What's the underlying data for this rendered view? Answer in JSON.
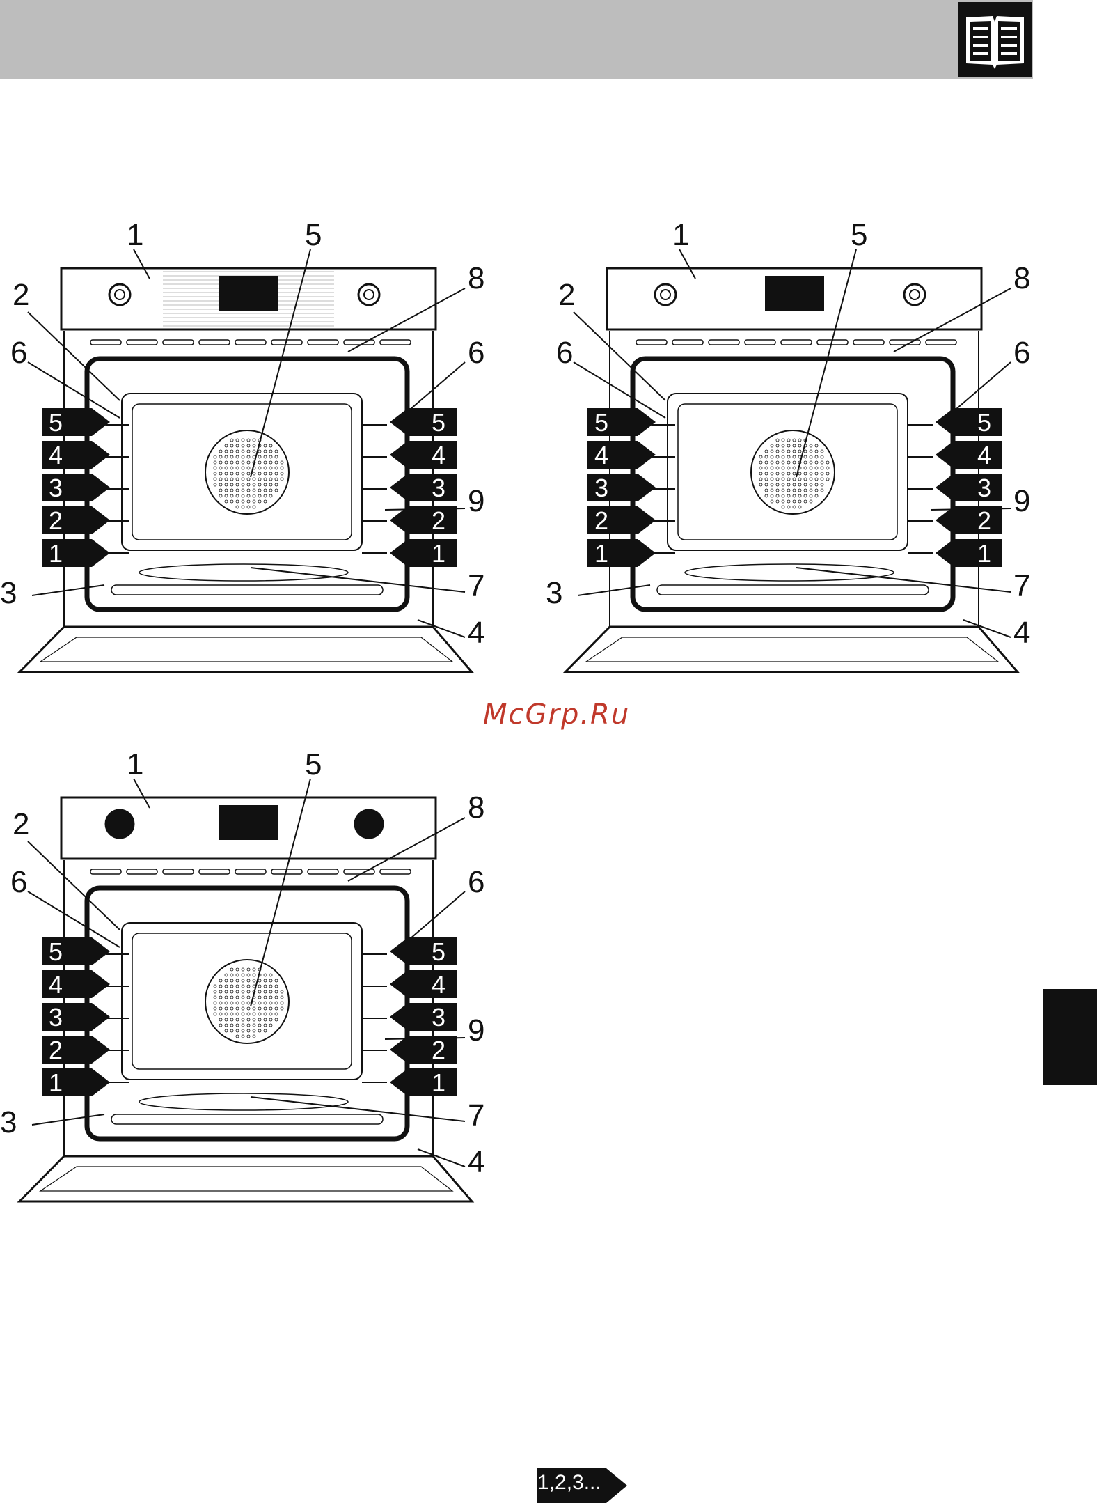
{
  "header": {
    "icon": "book-icon",
    "band_color": "#bdbdbd"
  },
  "diagrams": [
    {
      "id": "oven-a",
      "callouts": [
        "1",
        "2",
        "3",
        "4",
        "5",
        "6",
        "6",
        "7",
        "8",
        "9"
      ],
      "shelf_levels_left": [
        "5",
        "4",
        "3",
        "2",
        "1"
      ],
      "shelf_levels_right": [
        "5",
        "4",
        "3",
        "2",
        "1"
      ]
    },
    {
      "id": "oven-b",
      "callouts": [
        "1",
        "2",
        "3",
        "4",
        "5",
        "6",
        "6",
        "7",
        "8",
        "9"
      ],
      "shelf_levels_left": [
        "5",
        "4",
        "3",
        "2",
        "1"
      ],
      "shelf_levels_right": [
        "5",
        "4",
        "3",
        "2",
        "1"
      ]
    },
    {
      "id": "oven-c",
      "callouts": [
        "1",
        "2",
        "3",
        "4",
        "5",
        "6",
        "6",
        "7",
        "8",
        "9"
      ],
      "shelf_levels_left": [
        "5",
        "4",
        "3",
        "2",
        "1"
      ],
      "shelf_levels_right": [
        "5",
        "4",
        "3",
        "2",
        "1"
      ]
    }
  ],
  "watermark": "McGrp.Ru",
  "footer": {
    "next_label": "1,2,3..."
  },
  "colors": {
    "ink": "#111111",
    "watermark": "#c0392b"
  }
}
